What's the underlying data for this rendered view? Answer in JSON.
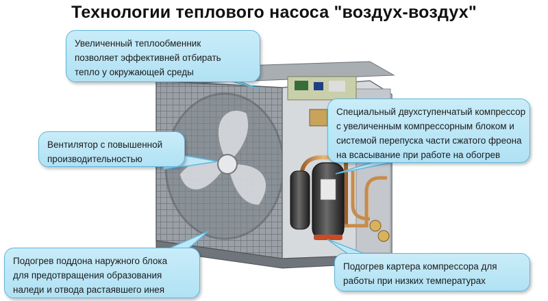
{
  "title": "Технологии теплового насоса \"воздух-воздух\"",
  "callouts": {
    "heat_exchanger": {
      "lines": [
        "Увеличенный теплообменник",
        "позволяет эффективней отбирать",
        "тепло у окружающей среды"
      ]
    },
    "compressor": {
      "lines": [
        "Специальный двухступенчатый компрессор",
        "с увеличенным компрессорным блоком и",
        "системой перепуска части сжатого фреона",
        "на всасывание при работе на обогрев"
      ]
    },
    "fan": {
      "lines": [
        "Вентилятор с повышенной",
        "производительностью"
      ]
    },
    "tray_heater": {
      "lines": [
        "Подогрев поддона наружного блока",
        "для предотвращения образования",
        "наледи и отвода растаявшего инея"
      ]
    },
    "crankcase_heater": {
      "lines": [
        "Подогрев картера компрессора для",
        "работы при низких температурах"
      ]
    }
  },
  "colors": {
    "callout_fill": "#bfe8f7",
    "callout_border": "#5fb6dd",
    "unit_body": "#8a9097",
    "compressor_body": "#3a3a3a",
    "copper_pipe": "#d09a5a"
  },
  "icons": {
    "fan_blade": "fan-icon",
    "compressor": "compressor-icon"
  }
}
